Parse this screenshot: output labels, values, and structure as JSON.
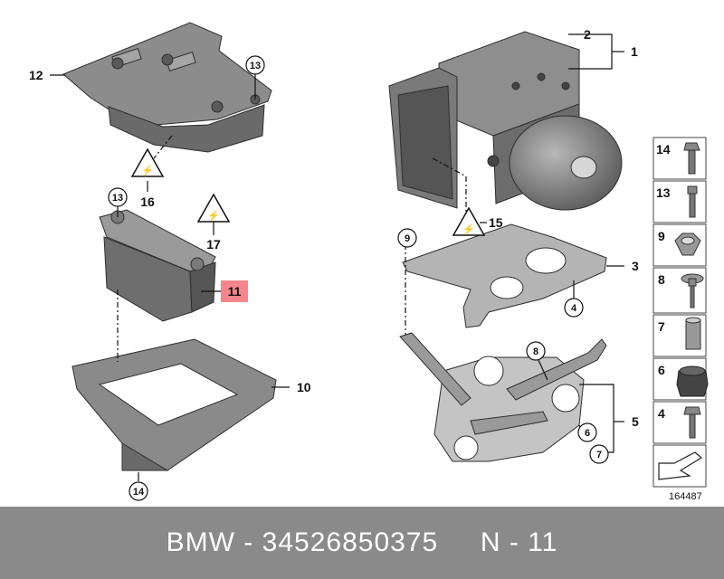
{
  "callouts": {
    "c1": "1",
    "c2": "2",
    "c3": "3",
    "c4": "4",
    "c5": "5",
    "c6": "6",
    "c7": "7",
    "c8": "8",
    "c9": "9",
    "c10": "10",
    "c11": "11",
    "c12": "12",
    "c13a": "13",
    "c13b": "13",
    "c14": "14",
    "c15": "15",
    "c16": "16",
    "c17": "17"
  },
  "legend": [
    {
      "number": "14",
      "icon": "hex-flange-bolt-icon"
    },
    {
      "number": "13",
      "icon": "torx-bolt-icon"
    },
    {
      "number": "9",
      "icon": "hex-nut-icon"
    },
    {
      "number": "8",
      "icon": "washer-bolt-icon"
    },
    {
      "number": "7",
      "icon": "sleeve-icon"
    },
    {
      "number": "6",
      "icon": "rubber-grommet-icon"
    },
    {
      "number": "4",
      "icon": "hex-bolt-icon"
    }
  ],
  "diagram_id": "164487",
  "caption": {
    "brand": "BMW",
    "part_number": "34526850375",
    "position": "N - 11",
    "text": "BMW - 34526850375     N - 11"
  },
  "colors": {
    "highlight": "#f4868c",
    "caption_bg": "#8a8a8a",
    "part_fill": "#777777"
  }
}
